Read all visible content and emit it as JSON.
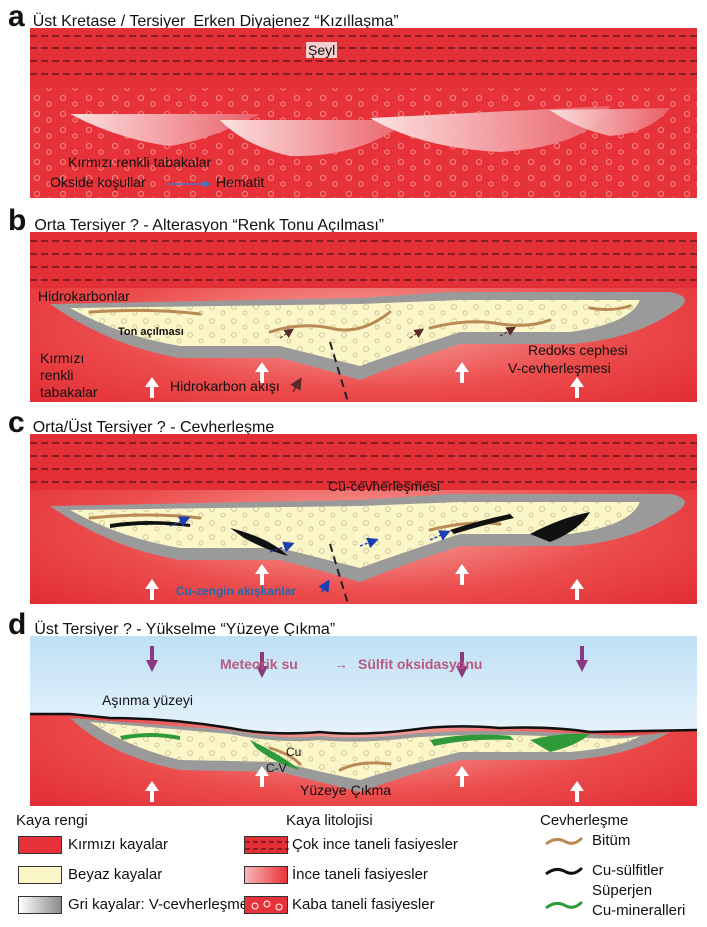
{
  "panels": {
    "a": {
      "letter": "a",
      "title_left": "Üst Kretase / Tersiyer",
      "title_right": "Erken Diyajenez “Kızıllaşma”",
      "labels": {
        "seyl": "Şeyl",
        "red_beds": "Kırmızı renkli tabakalar",
        "oxidizing": "Okside koşullar",
        "hematite": "Hematit"
      }
    },
    "b": {
      "letter": "b",
      "title": "Orta Tersiyer ? - Alterasyon “Renk Tonu Açılması”",
      "labels": {
        "hydrocarbons": "Hidrokarbonlar",
        "bleaching": "Ton açılması",
        "red_beds": "Kırmızı renkli tabakalar",
        "hc_flow": "Hidrokarbon akışı",
        "redox_front": "Redoks cephesi",
        "v_min": "V-cevherleşmesi"
      }
    },
    "c": {
      "letter": "c",
      "title": "Orta/Üst Tersiyer ? - Cevherleşme",
      "labels": {
        "cu_min": "Cu-cevherleşmesi",
        "cu_fluids": "Cu-zengin akışkanlar"
      }
    },
    "d": {
      "letter": "d",
      "title": "Üst Tersiyer ? - Yükselme “Yüzeye Çıkma”",
      "labels": {
        "meteoric": "Meteorik su",
        "arrow": "→",
        "sulfide_ox": "Sülfit oksidasyonu",
        "erosion": "Aşınma yüzeyi",
        "cu": "Cu",
        "cuv": "C-V",
        "uplift": "Yüzeye Çıkma"
      }
    }
  },
  "legend": {
    "rock_color": {
      "title": "Kaya rengi",
      "items": [
        "Kırmızı kayalar",
        "Beyaz kayalar",
        "Gri kayalar: V-cevherleşme"
      ]
    },
    "lithology": {
      "title": "Kaya litolojisi",
      "items": [
        "Çok ince taneli fasiyesler",
        "İnce taneli fasiyesler",
        "Kaba taneli fasiyesler"
      ]
    },
    "mineralization": {
      "title": "Cevherleşme",
      "items": [
        "Bitüm",
        "Cu-sülfitler",
        "Süperjen",
        "Cu-mineralleri"
      ]
    }
  },
  "colors": {
    "red": "#e8323a",
    "pink": "#f5b8b6",
    "white_rock": "#fbf6c8",
    "gray": "#9a9a9a",
    "bitumen": "#b98a54",
    "sulfide": "#111111",
    "supergene": "#2e9a3a",
    "sky": "#cfe8f8",
    "flow_blue": "#1b3fb3",
    "meteoric": "#8a3a80"
  }
}
